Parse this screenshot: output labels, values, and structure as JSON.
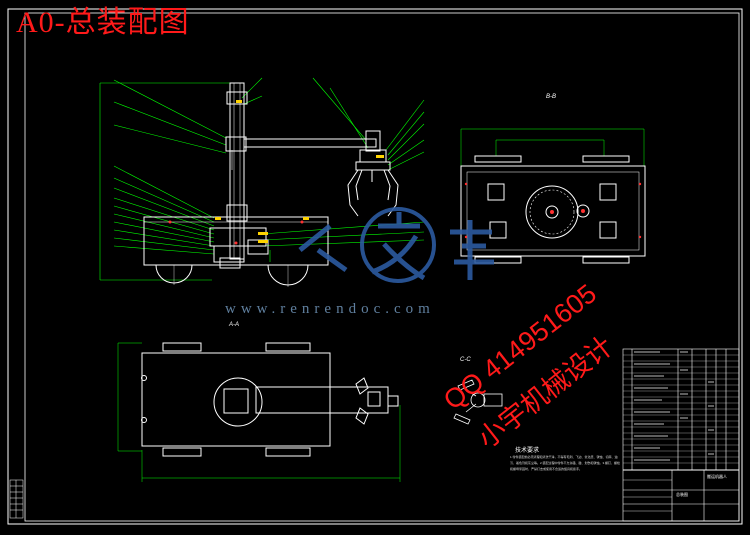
{
  "title": "A0-总装配图",
  "views": {
    "section_bb": "B-B",
    "section_aa": "A-A",
    "section_cc": "C-C"
  },
  "watermark": {
    "url": "www.renrendoc.com"
  },
  "technical_requirements": {
    "heading": "技术要求",
    "body": "1.零件装配前必须清理和清洗干净，不得有毛刺、飞边、氧化皮、锈蚀、切屑、油污、着色剂和灰尘等。2.装配过程中零件不允许磕、碰、划伤和锈蚀。3.螺钉、螺栓和螺母紧固时，严禁打击或使用不合适的旋具和扳手。"
  },
  "overlay": {
    "qq": "QQ 414951605",
    "design": "小宇机械设计"
  },
  "title_block": {
    "drawing_name": "总装图",
    "unit": "搬运机器人"
  },
  "colors": {
    "background": "#000000",
    "line": "#ffffff",
    "leader": "#00ff00",
    "title_red": "#ff1a1a",
    "watermark": "#5f7f9e",
    "label_yellow": "#ffd400"
  }
}
